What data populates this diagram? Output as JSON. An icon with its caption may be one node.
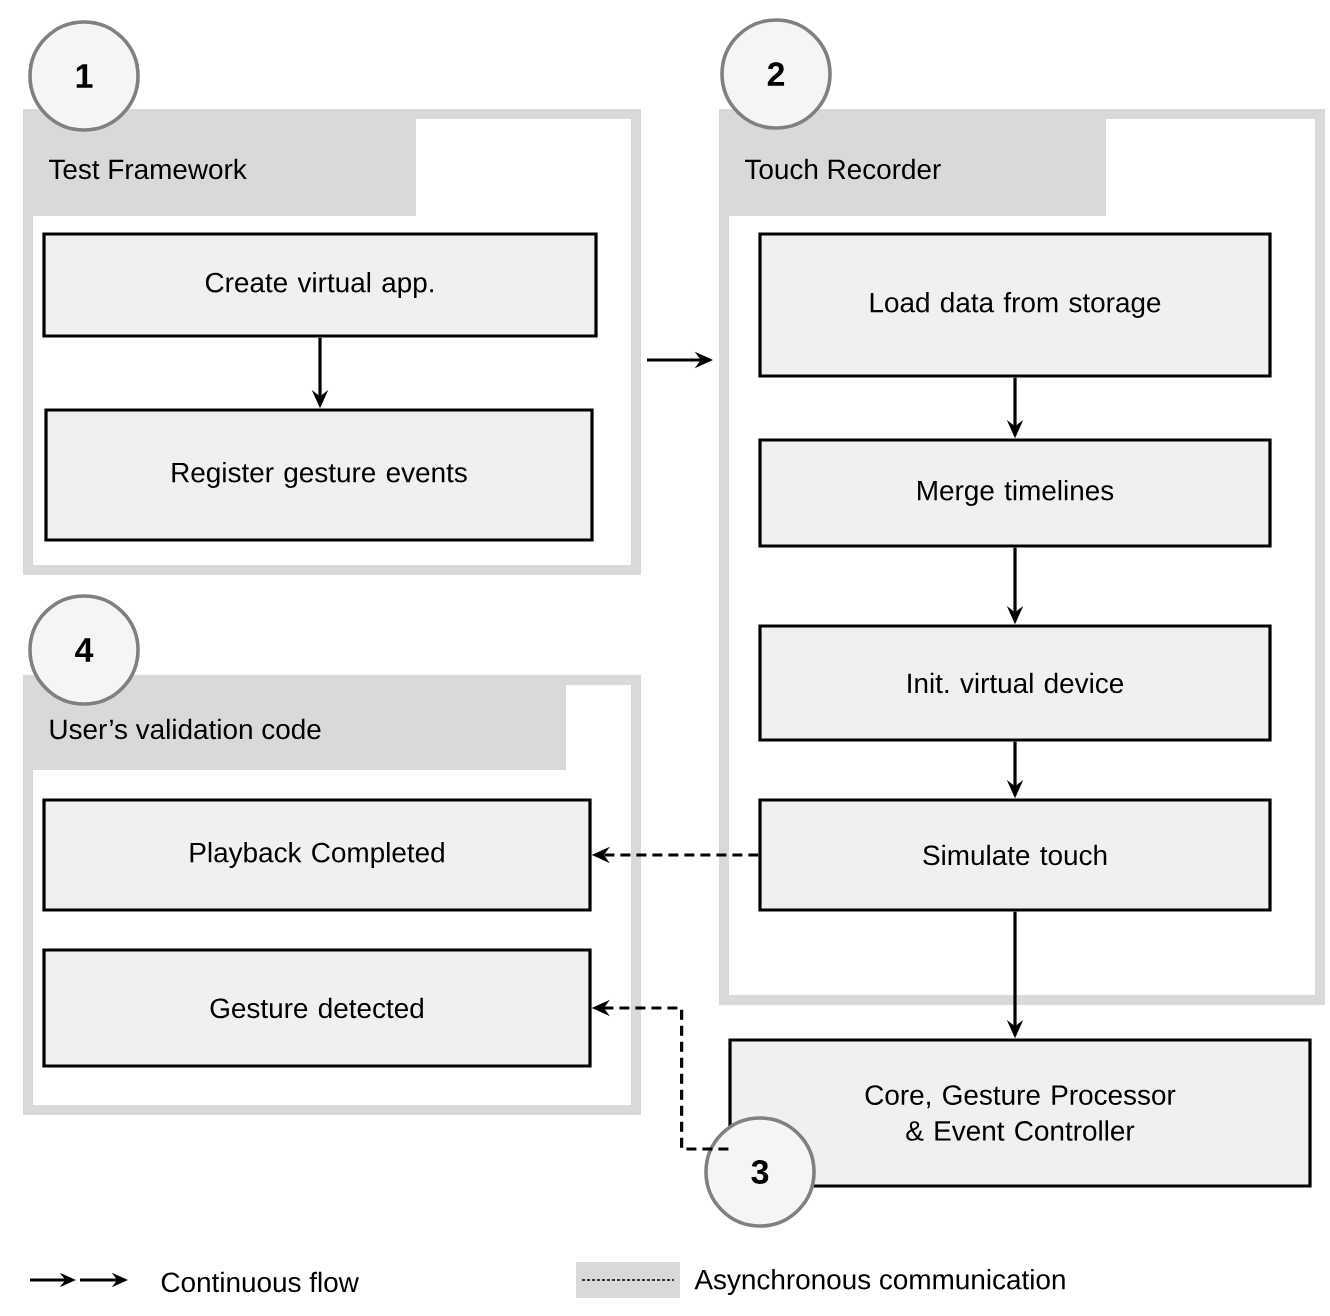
{
  "diagram": {
    "nodes": [
      {
        "text": [
          "1"
        ]
      },
      {
        "text": [
          "Test Framework"
        ]
      },
      {
        "text": [
          "Create virtual app."
        ],
        "in": 1
      },
      {
        "text": [
          "Register gesture events"
        ],
        "in": 1
      },
      {
        "text": [
          "2"
        ]
      },
      {
        "text": [
          "Touch Recorder"
        ]
      },
      {
        "text": [
          "Load data from storage"
        ],
        "in": 5
      },
      {
        "text": [
          "Merge timelines"
        ],
        "in": 5
      },
      {
        "text": [
          "Init. virtual device"
        ],
        "in": 5
      },
      {
        "text": [
          "Simulate touch"
        ],
        "in": 5
      },
      {
        "text": [
          "4"
        ]
      },
      {
        "text": [
          "User’s validation code"
        ]
      },
      {
        "text": [
          "Playback Completed"
        ],
        "in": 11
      },
      {
        "text": [
          "Gesture detected"
        ],
        "in": 11
      },
      {
        "text": [
          "Core, Gesture Processor & Event Controller"
        ]
      },
      {
        "text": [
          "3"
        ]
      }
    ],
    "edges": [
      {
        "from": 2,
        "to": 3,
        "arrow": "to"
      },
      {
        "from": 1,
        "to": 5,
        "arrow": "to"
      },
      {
        "from": 6,
        "to": 7,
        "arrow": "to"
      },
      {
        "from": 7,
        "to": 8,
        "arrow": "to"
      },
      {
        "from": 8,
        "to": 9,
        "arrow": "to"
      },
      {
        "from": 9,
        "to": 14,
        "arrow": "to"
      },
      {
        "from": 9,
        "to": 12,
        "arrow": "to",
        "style": "dashed"
      },
      {
        "from": 14,
        "to": 13,
        "arrow": "to",
        "style": "dashed"
      }
    ],
    "legend": [
      {
        "text": "Continuous flow"
      },
      {
        "text": "Asynchronous communication"
      }
    ]
  }
}
